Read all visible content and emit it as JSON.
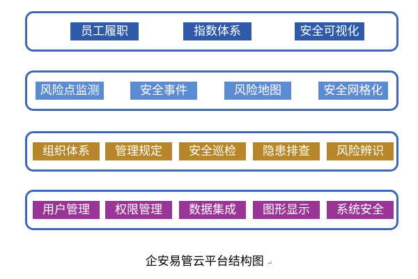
{
  "layers": [
    {
      "items": [
        "员工履职",
        "指数体系",
        "安全可视化"
      ]
    },
    {
      "items": [
        "风险点监测",
        "安全事件",
        "风险地图",
        "安全网格化"
      ]
    },
    {
      "items": [
        "组织体系",
        "管理规定",
        "安全巡检",
        "隐患排查",
        "风险辨识"
      ]
    },
    {
      "items": [
        "用户管理",
        "权限管理",
        "数据集成",
        "图形显示",
        "系统安全"
      ]
    }
  ],
  "caption": "企安易管云平台结构图",
  "caption_mark": "↵",
  "colors": {
    "layer_border": "#3f66b7",
    "row1_box": "#2e5aa7",
    "row2_box": "#5b8bd0",
    "row3_box": "#b8862a",
    "row4_box": "#9a3496"
  }
}
